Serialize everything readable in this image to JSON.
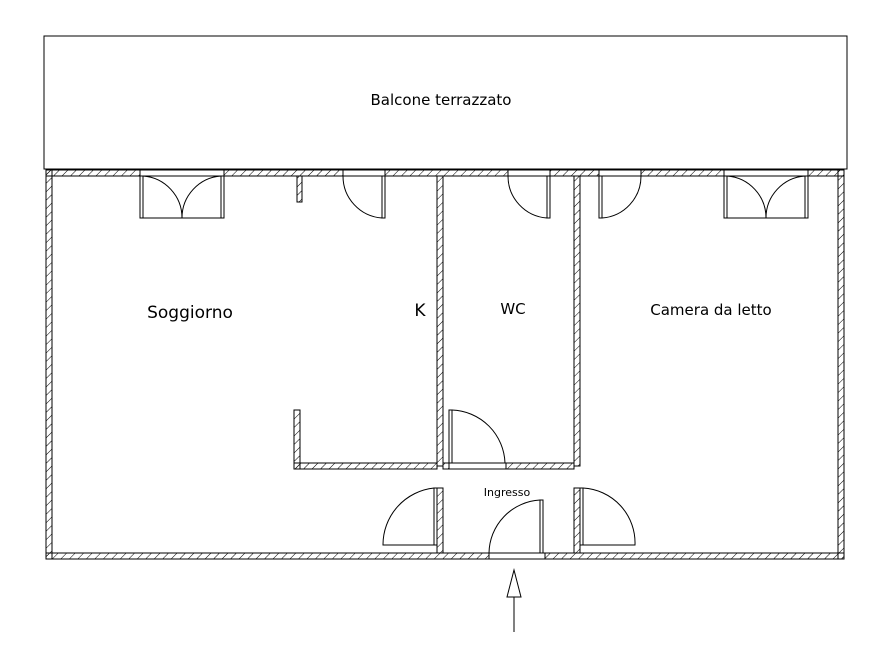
{
  "rooms": {
    "balcony": "Balcone terrazzato",
    "living": "Soggiorno",
    "kitchen": "K",
    "wc": "WC",
    "bedroom": "Camera da letto",
    "entrance": "Ingresso"
  },
  "colors": {
    "line": "#000000",
    "hatch": "#000000",
    "background": "#ffffff"
  }
}
